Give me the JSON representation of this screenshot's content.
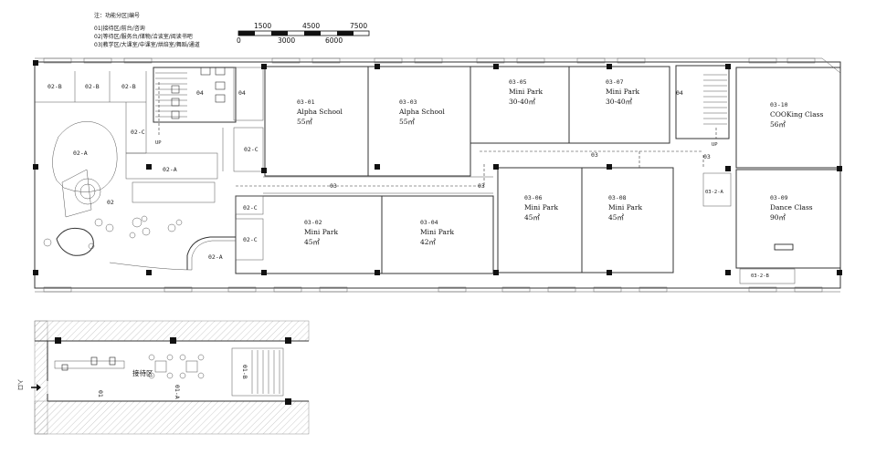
{
  "notes": {
    "title": "注：功能分区|编号",
    "lines": [
      "01|接待区/前台/咨询",
      "02|等待区/服务台/储物/洽谈室/阅读书吧",
      "03|教学区/大课室/中课室/烘焙室/舞蹈/通道"
    ]
  },
  "scale_bar": {
    "top_labels": [
      "1500",
      "4500",
      "7500"
    ],
    "bottom_labels": [
      "0",
      "3000",
      "6000"
    ]
  },
  "rooms": [
    {
      "id": "r0301",
      "code": "03-01",
      "name": "Alpha School",
      "area": "55㎡"
    },
    {
      "id": "r0303",
      "code": "03-03",
      "name": "Alpha School",
      "area": "55㎡"
    },
    {
      "id": "r0305",
      "code": "03-05",
      "name": "Mini Park",
      "area": "30-40㎡"
    },
    {
      "id": "r0307",
      "code": "03-07",
      "name": "Mini Park",
      "area": "30-40㎡"
    },
    {
      "id": "r0310",
      "code": "03-10",
      "name": "COOKing Class",
      "area": "56㎡"
    },
    {
      "id": "r0302",
      "code": "03-02",
      "name": "Mini Park",
      "area": "45㎡"
    },
    {
      "id": "r0304",
      "code": "03-04",
      "name": "Mini Park",
      "area": "42㎡"
    },
    {
      "id": "r0306",
      "code": "03-06",
      "name": "Mini Park",
      "area": "45㎡"
    },
    {
      "id": "r0308",
      "code": "03-08",
      "name": "Mini Park",
      "area": "45㎡"
    },
    {
      "id": "r0309",
      "code": "03-09",
      "name": "Dance Class",
      "area": "90㎡"
    }
  ],
  "zone_labels": {
    "z02b_1": "02-B",
    "z02b_2": "02-B",
    "z02b_3": "02-B",
    "z02c_1": "02-C",
    "z02a_1": "02-A",
    "z02": "02",
    "z04_1": "04",
    "z04_2": "04",
    "z04_3": "04",
    "z02c_2": "02-C",
    "z02a_2": "02-A",
    "z02c_3": "02-C",
    "z02c_4": "02-C",
    "z02a_3": "02-A",
    "z03_1": "03",
    "z03_2": "03",
    "z03_3": "03",
    "z03_4": "03",
    "z032a": "03-2-A",
    "z032b": "03-2-B",
    "up_1": "UP",
    "up_2": "UP"
  },
  "reception": {
    "title": "接待区",
    "code_01": "01",
    "code_01a": "01-A",
    "code_01b": "01-B",
    "entry": "入口"
  }
}
